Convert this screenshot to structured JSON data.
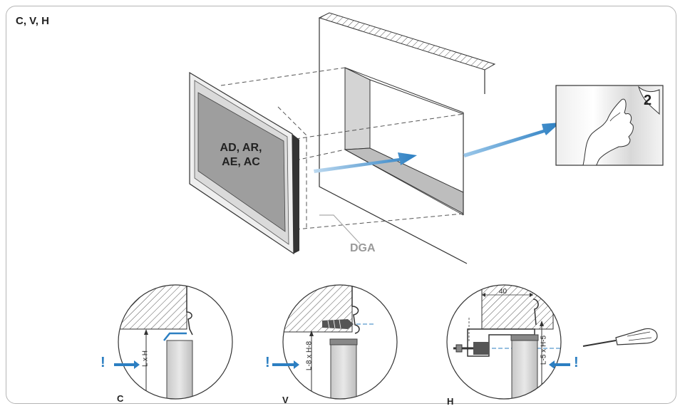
{
  "title": "C, V, H",
  "main": {
    "frame_label_line1": "AD, AR,",
    "frame_label_line2": "AE, AC",
    "dga_label": "DGA",
    "step_number": "2"
  },
  "details": {
    "c": {
      "label": "C",
      "dim": "L x H",
      "mark": "!"
    },
    "v": {
      "label": "V",
      "dim": "L-8 x H-8",
      "mark": "!"
    },
    "h": {
      "label": "H",
      "dim": "L-5 x H-5",
      "width": "40",
      "mark": "!"
    }
  },
  "colors": {
    "arrow": "#2c7fc2",
    "mark": "#2c7fc2",
    "dga": "#999999"
  }
}
